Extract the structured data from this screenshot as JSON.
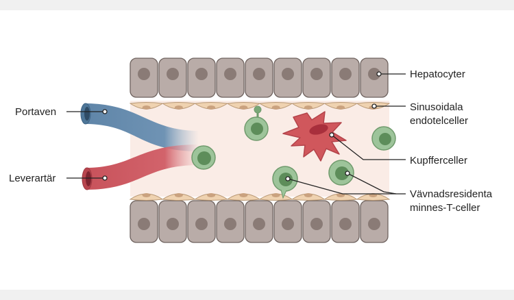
{
  "labels": {
    "hepatocytes": "Hepatocyter",
    "sinusoidal_1": "Sinusoidala",
    "sinusoidal_2": "endotelceller",
    "kupffer": "Kupfferceller",
    "trm_1": "Vävnadsresidenta",
    "trm_2": "minnes-T-celler",
    "portal_vein": "Portaven",
    "hepatic_artery": "Leverartär"
  },
  "colors": {
    "hepatocyte_fill": "#b9aca8",
    "hepatocyte_nucleus": "#8a7b76",
    "endothelial_fill": "#efd2b0",
    "lumen": "#faece6",
    "kupffer_fill": "#d0575c",
    "kupffer_nucleus": "#a82f3c",
    "tcell_fill": "#9dc49a",
    "tcell_nucleus": "#5d8d5a",
    "portal_vein": "#5f85a8",
    "hepatic_artery": "#c8525b",
    "leader_line": "#222222"
  }
}
